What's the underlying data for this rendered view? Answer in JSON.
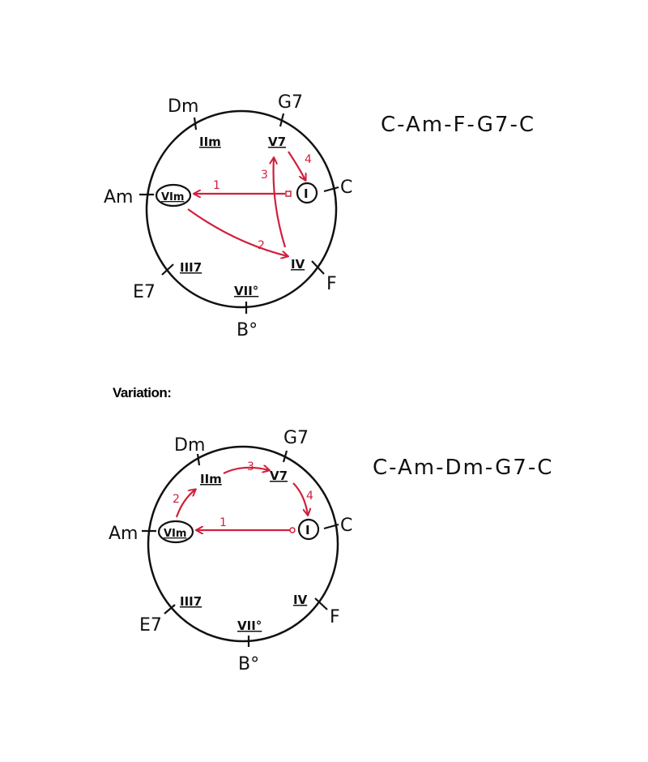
{
  "top": {
    "progression": "C-Am-F-G7-C",
    "chords": {
      "dm": "Dm",
      "g7": "G7",
      "am": "Am",
      "c": "C",
      "e7": "E7",
      "f": "F",
      "bdim": "B°"
    },
    "romans": {
      "ii": "IIm",
      "v": "V7",
      "vi": "VIm",
      "i": "I",
      "iii": "III7",
      "iv": "IV",
      "vii": "VII°"
    },
    "steps": [
      "1",
      "2",
      "3",
      "4"
    ]
  },
  "variation_label": "Variation:",
  "bottom": {
    "progression": "C-Am-Dm-G7-C",
    "chords": {
      "dm": "Dm",
      "g7": "G7",
      "am": "Am",
      "c": "C",
      "e7": "E7",
      "f": "F",
      "bdim": "B°"
    },
    "romans": {
      "ii": "IIm",
      "v": "V7",
      "vi": "VIm",
      "i": "I",
      "iii": "III7",
      "iv": "IV",
      "vii": "VII°"
    },
    "steps": [
      "1",
      "2",
      "3",
      "4"
    ]
  },
  "colors": {
    "arrow": "#d0203c",
    "ink": "#111111"
  }
}
